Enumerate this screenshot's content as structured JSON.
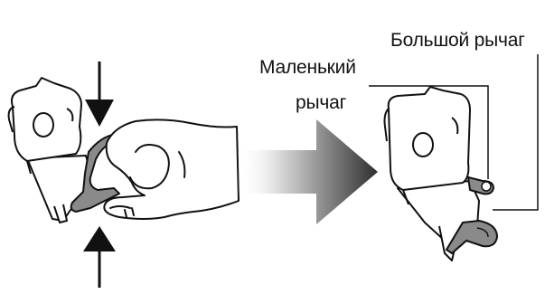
{
  "labels": {
    "big_lever": "Большой рычаг",
    "small_lever_line1": "Маленький",
    "small_lever_line2": "рычаг"
  },
  "colors": {
    "stroke": "#111111",
    "lever_fill": "#8a8a8a",
    "arrow_gradient_start": "#ffffff",
    "arrow_gradient_end": "#333333",
    "device_fill": "#ffffff"
  },
  "icons": {
    "squeeze_arrows": "arrow-down-icon / arrow-up-icon",
    "transition_arrow": "arrow-right-icon"
  }
}
